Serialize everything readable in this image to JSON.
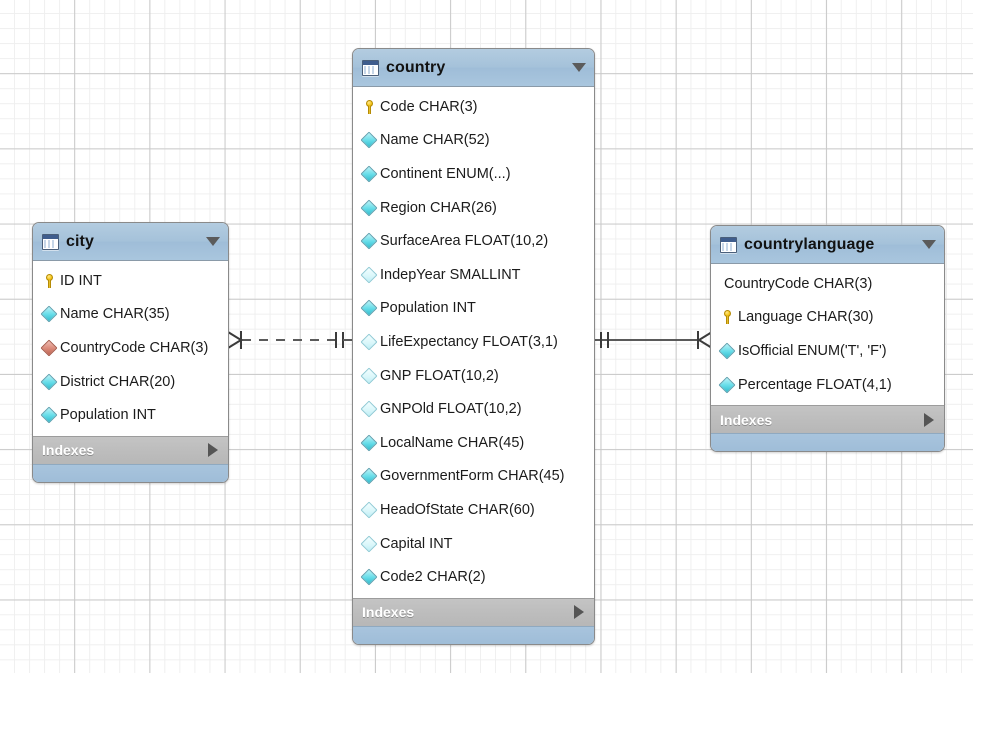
{
  "canvas": {
    "background": "#ffffff",
    "grid_minor_color": "#efefef",
    "grid_major_color": "#c9c9c9"
  },
  "palette": {
    "header_blue": "#a5c2da",
    "indexes_gray": "#bdbdbd",
    "footer_blue": "#a8c4dd",
    "key_yellow": "#f5c518",
    "notnull_cyan": "#63dbe8",
    "nullable_cyan": "#d8f6fa",
    "fk_red": "#d98878",
    "border_gray": "#8a8a8a",
    "connector_gray": "#5a5a5a"
  },
  "indexes_label": "Indexes",
  "tables": [
    {
      "name": "city",
      "title": "city",
      "icon": "table-icon",
      "caret": "chevron-down-icon",
      "columns": [
        {
          "label": "ID INT",
          "icon": "key-icon",
          "icon_kind": "key"
        },
        {
          "label": "Name CHAR(35)",
          "icon": "diamond-notnull-icon",
          "icon_kind": "nn"
        },
        {
          "label": "CountryCode CHAR(3)",
          "icon": "diamond-foreignkey-icon",
          "icon_kind": "fk"
        },
        {
          "label": "District CHAR(20)",
          "icon": "diamond-notnull-icon",
          "icon_kind": "nn"
        },
        {
          "label": "Population INT",
          "icon": "diamond-notnull-icon",
          "icon_kind": "nn"
        }
      ]
    },
    {
      "name": "country",
      "title": "country",
      "icon": "table-icon",
      "caret": "chevron-down-icon",
      "columns": [
        {
          "label": "Code CHAR(3)",
          "icon": "key-icon",
          "icon_kind": "key"
        },
        {
          "label": "Name CHAR(52)",
          "icon": "diamond-notnull-icon",
          "icon_kind": "nn"
        },
        {
          "label": "Continent ENUM(...)",
          "icon": "diamond-notnull-icon",
          "icon_kind": "nn"
        },
        {
          "label": "Region CHAR(26)",
          "icon": "diamond-notnull-icon",
          "icon_kind": "nn"
        },
        {
          "label": "SurfaceArea FLOAT(10,2)",
          "icon": "diamond-notnull-icon",
          "icon_kind": "nn"
        },
        {
          "label": "IndepYear SMALLINT",
          "icon": "diamond-nullable-icon",
          "icon_kind": "null"
        },
        {
          "label": "Population INT",
          "icon": "diamond-notnull-icon",
          "icon_kind": "nn"
        },
        {
          "label": "LifeExpectancy FLOAT(3,1)",
          "icon": "diamond-nullable-icon",
          "icon_kind": "null"
        },
        {
          "label": "GNP FLOAT(10,2)",
          "icon": "diamond-nullable-icon",
          "icon_kind": "null"
        },
        {
          "label": "GNPOld FLOAT(10,2)",
          "icon": "diamond-nullable-icon",
          "icon_kind": "null"
        },
        {
          "label": "LocalName CHAR(45)",
          "icon": "diamond-notnull-icon",
          "icon_kind": "nn"
        },
        {
          "label": "GovernmentForm CHAR(45)",
          "icon": "diamond-notnull-icon",
          "icon_kind": "nn"
        },
        {
          "label": "HeadOfState CHAR(60)",
          "icon": "diamond-nullable-icon",
          "icon_kind": "null"
        },
        {
          "label": "Capital INT",
          "icon": "diamond-nullable-icon",
          "icon_kind": "null"
        },
        {
          "label": "Code2 CHAR(2)",
          "icon": "diamond-notnull-icon",
          "icon_kind": "nn"
        }
      ]
    },
    {
      "name": "countrylanguage",
      "title": "countrylanguage",
      "icon": "table-icon",
      "caret": "chevron-down-icon",
      "columns": [
        {
          "label": "CountryCode CHAR(3)",
          "icon": "no-icon",
          "icon_kind": "none"
        },
        {
          "label": "Language CHAR(30)",
          "icon": "key-icon",
          "icon_kind": "key"
        },
        {
          "label": "IsOfficial ENUM('T', 'F')",
          "icon": "diamond-notnull-icon",
          "icon_kind": "nn"
        },
        {
          "label": "Percentage FLOAT(4,1)",
          "icon": "diamond-notnull-icon",
          "icon_kind": "nn"
        }
      ]
    }
  ],
  "relationships": [
    {
      "name": "city-to-country",
      "from": "city.CountryCode",
      "to": "country.Code",
      "line_style": "dashed",
      "from_cardinality": "crows-foot-many",
      "to_cardinality": "double-tick-one"
    },
    {
      "name": "country-to-countrylanguage",
      "from": "country.Code",
      "to": "countrylanguage.CountryCode",
      "line_style": "solid",
      "from_cardinality": "double-tick-one",
      "to_cardinality": "crows-foot-many"
    }
  ]
}
